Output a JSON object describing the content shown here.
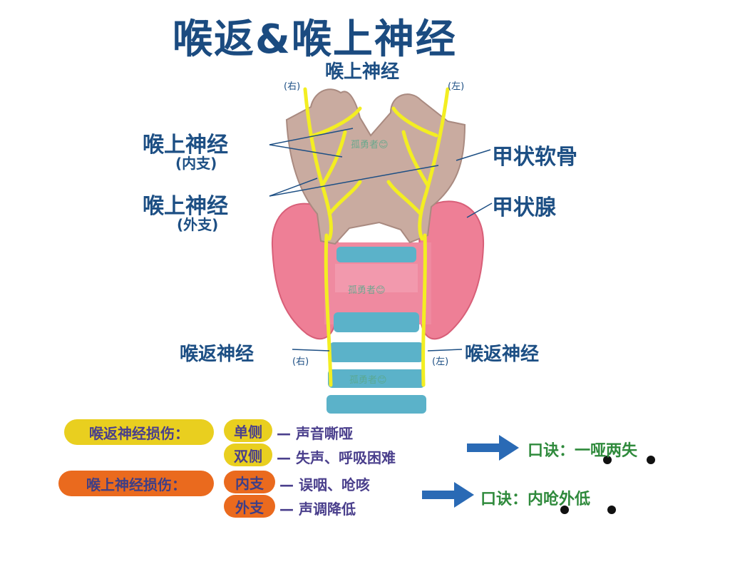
{
  "title": "喉返&喉上神经",
  "labels": {
    "top_nerve": "喉上神经",
    "right_side_top": "(右)",
    "left_side_top": "(左)",
    "sln_internal": "喉上神经",
    "sln_internal_sub": "(内支)",
    "sln_external": "喉上神经",
    "sln_external_sub": "(外支)",
    "thyroid_cartilage": "甲状软骨",
    "thyroid_gland": "甲状腺",
    "rln_right": "喉返神经",
    "rln_right_side": "(右)",
    "rln_left": "喉返神经",
    "rln_left_side": "(左)"
  },
  "watermarks": [
    "孤勇者😊",
    "孤勇者😊",
    "孤勇者😊"
  ],
  "injury": {
    "rln": {
      "label": "喉返神经损伤：",
      "rows": [
        {
          "tag": "单侧",
          "text": "— 声音嘶哑"
        },
        {
          "tag": "双侧",
          "text": "— 失声、呼吸困难"
        }
      ],
      "mnemonic": "口诀：一哑两失"
    },
    "sln": {
      "label": "喉上神经损伤：",
      "rows": [
        {
          "tag": "内支",
          "text": "— 误咽、呛咳"
        },
        {
          "tag": "外支",
          "text": "— 声调降低"
        }
      ],
      "mnemonic": "口诀：内呛外低"
    }
  },
  "colors": {
    "cartilage": "#c9aba0",
    "thyroid": "#ee7f96",
    "trachea_ring": "#5bb2c9",
    "nerve": "#f3ee22",
    "label": "#1d4f84",
    "highlight_yellow": "#e9cf1f",
    "highlight_orange": "#ea6a1e",
    "arrow_blue": "#2a6ab5"
  },
  "icons": [
    "arrow-right-icon",
    "dot-icon"
  ]
}
